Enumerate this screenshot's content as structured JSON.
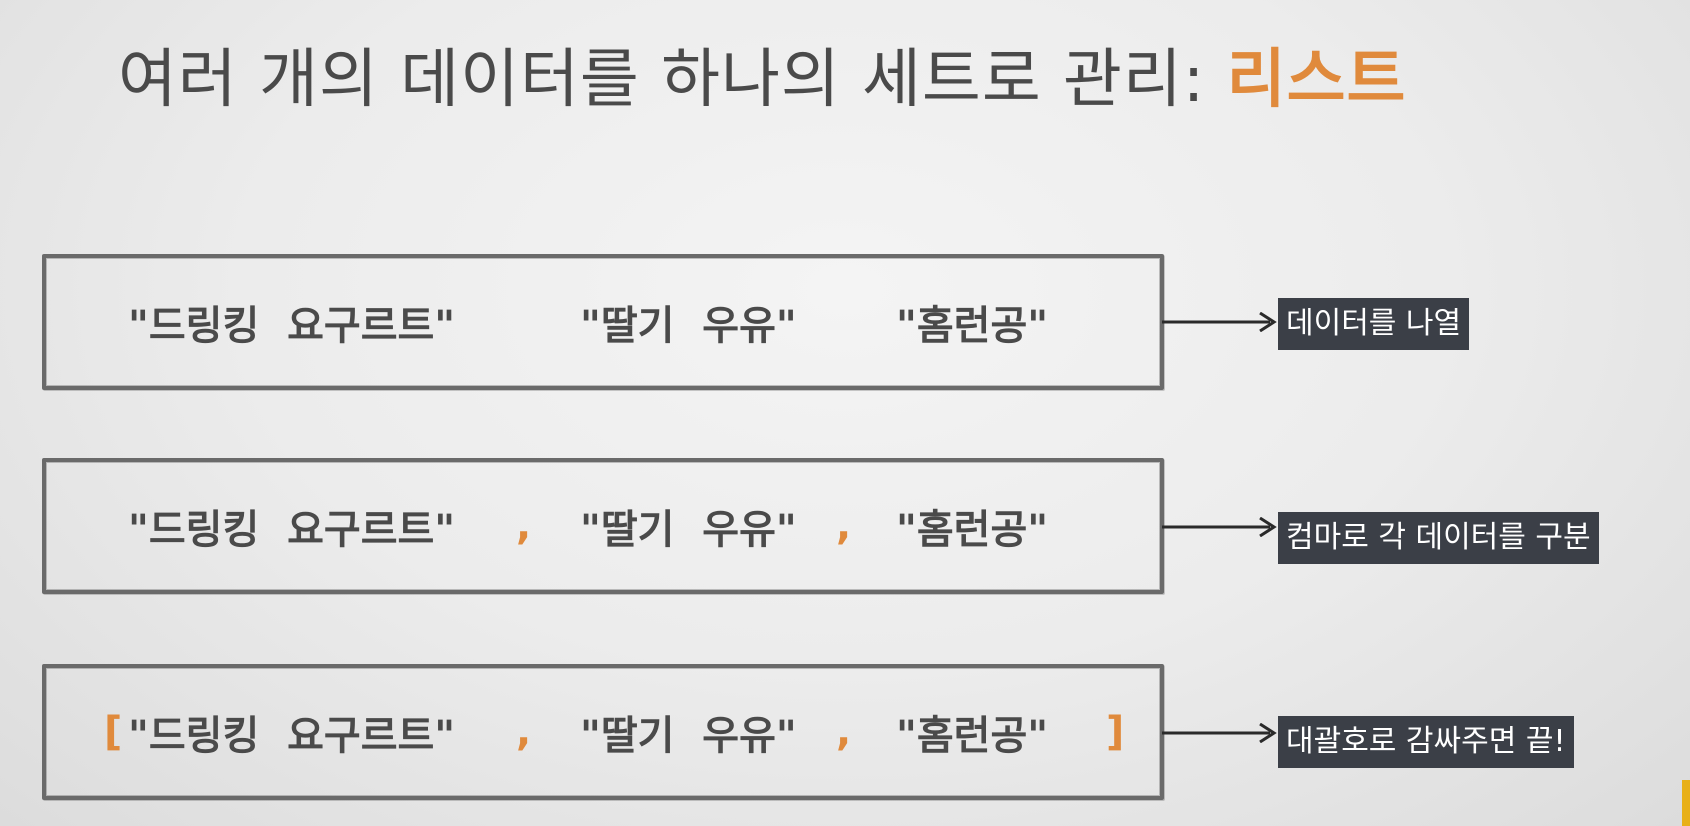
{
  "title": {
    "main": "여러 개의 데이터를 하나의 세트로 관리: ",
    "accent": "리스트"
  },
  "items": {
    "q1": "\"드링킹  요구르트\"",
    "q2": "\"딸기  우유\"",
    "q3": "\"홈런공\"",
    "comma": ",",
    "bracket_open": "[",
    "bracket_close": "]"
  },
  "labels": {
    "row1": "데이터를 나열",
    "row2": "컴마로 각 데이터를 구분",
    "row3": "대괄호로 감싸주면 끝!"
  },
  "colors": {
    "accent": "#e08a3c",
    "text": "#4a4a4a",
    "label_bg": "#3b3f47"
  }
}
